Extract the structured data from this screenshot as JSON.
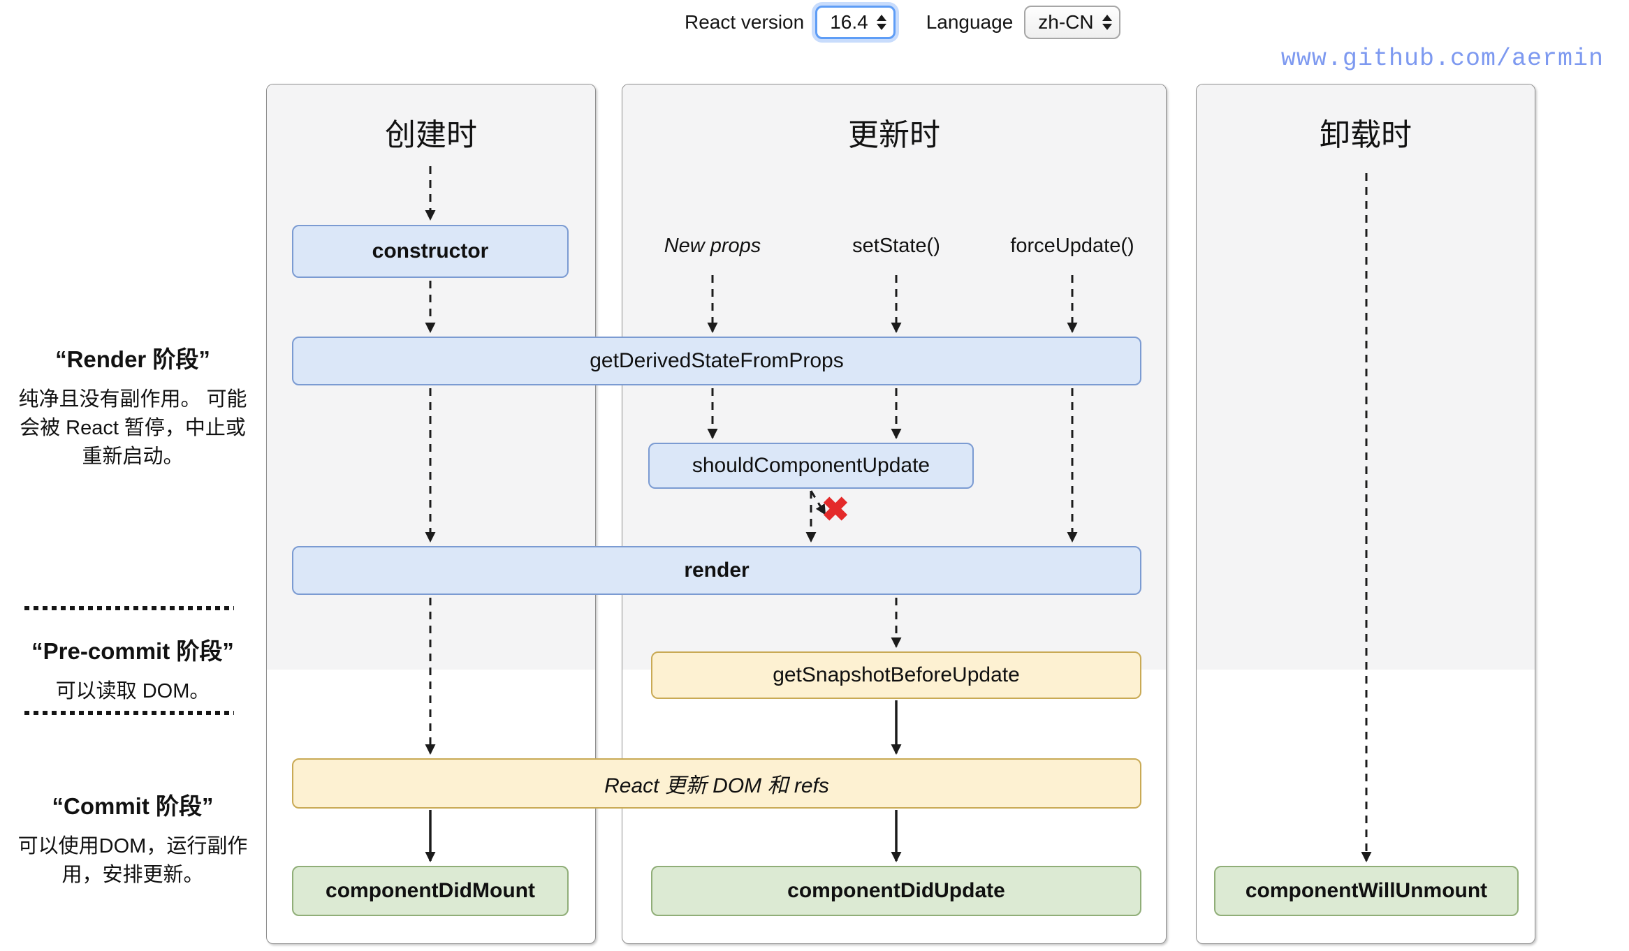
{
  "controls": {
    "react_version_label": "React version",
    "react_version_value": "16.4",
    "language_label": "Language",
    "language_value": "zh-CN"
  },
  "watermark": "www.github.com/aermin",
  "columns": [
    {
      "id": "mounting",
      "title": "创建时"
    },
    {
      "id": "updating",
      "title": "更新时"
    },
    {
      "id": "unmounting",
      "title": "卸载时"
    }
  ],
  "phases": {
    "render": {
      "title": "“Render 阶段”",
      "description": "纯净且没有副作用。 可能会被 React 暂停，中止或重新启动。"
    },
    "pre_commit": {
      "title": "“Pre-commit 阶段”",
      "description": "可以读取 DOM。"
    },
    "commit": {
      "title": "“Commit 阶段”",
      "description": "可以使用DOM，运行副作用，安排更新。"
    }
  },
  "triggers": {
    "new_props": "New props",
    "set_state": "setState()",
    "force_update": "forceUpdate()"
  },
  "methods": {
    "constructor": "constructor",
    "get_derived_state_from_props": "getDerivedStateFromProps",
    "should_component_update": "shouldComponentUpdate",
    "render": "render",
    "get_snapshot_before_update": "getSnapshotBeforeUpdate",
    "react_updates_dom": "React 更新 DOM 和 refs",
    "component_did_mount": "componentDidMount",
    "component_did_update": "componentDidUpdate",
    "component_will_unmount": "componentWillUnmount"
  },
  "annotations": {
    "cancel_mark": "✖"
  },
  "colors": {
    "lifecycle_box_fill": "#dbe7f8",
    "lifecycle_box_border": "#7b9bd2",
    "dom_update_box_fill": "#fdf1d2",
    "dom_update_box_border": "#c9aa55",
    "commit_box_fill": "#dcead3",
    "commit_box_border": "#90ae78",
    "render_phase_bg": "#f4f4f5",
    "watermark_color": "#7d99f0",
    "cancel_mark_color": "#e42a2a",
    "focus_ring": "#5e9df6"
  }
}
